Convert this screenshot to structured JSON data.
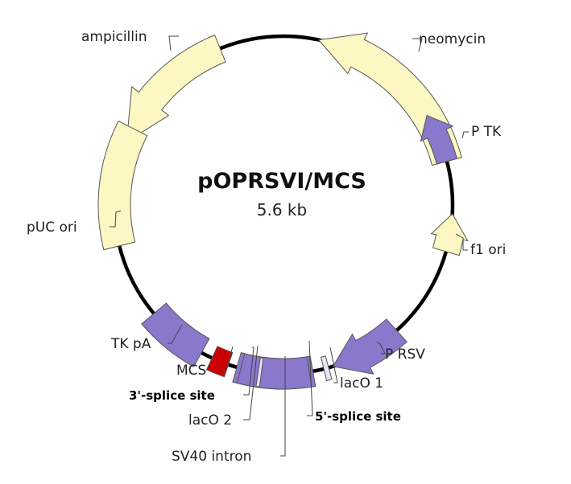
{
  "plasmid": {
    "name": "pOPRSVI/MCS",
    "size": "5.6 kb"
  },
  "colors": {
    "backbone": "#000000",
    "resistance_and_origin": "#fdf7c4",
    "promoter_and_element": "#8a78cc",
    "mcs": "#cc0000",
    "lac_operator": "#e6e2f7"
  },
  "features": [
    {
      "id": "neomycin",
      "label": "neomycin",
      "type": "arrow",
      "color": "resistance_and_origin"
    },
    {
      "id": "p-tk",
      "label": "P TK",
      "type": "arrow",
      "color": "promoter_and_element"
    },
    {
      "id": "f1-ori",
      "label": "f1  ori",
      "type": "arrow",
      "color": "resistance_and_origin"
    },
    {
      "id": "p-rsv",
      "label": "P RSV",
      "type": "arrow",
      "color": "promoter_and_element"
    },
    {
      "id": "laco1",
      "label": "lacO 1",
      "type": "block",
      "color": "lac_operator"
    },
    {
      "id": "sv40-intron",
      "label": "SV40 intron",
      "type": "block",
      "color": "promoter_and_element"
    },
    {
      "id": "splice5",
      "label": "5'-splice site",
      "type": "marker",
      "color": "backbone"
    },
    {
      "id": "laco2",
      "label": "lacO 2",
      "type": "block",
      "color": "lac_operator"
    },
    {
      "id": "splice3",
      "label": "3'-splice site",
      "type": "marker",
      "color": "backbone"
    },
    {
      "id": "mcs",
      "label": "MCS",
      "type": "block",
      "color": "mcs"
    },
    {
      "id": "tk-pa",
      "label": "TK pA",
      "type": "block",
      "color": "promoter_and_element"
    },
    {
      "id": "puc-ori",
      "label": "pUC ori",
      "type": "block",
      "color": "resistance_and_origin"
    },
    {
      "id": "ampicillin",
      "label": "ampicillin",
      "type": "arrow",
      "color": "resistance_and_origin"
    }
  ]
}
